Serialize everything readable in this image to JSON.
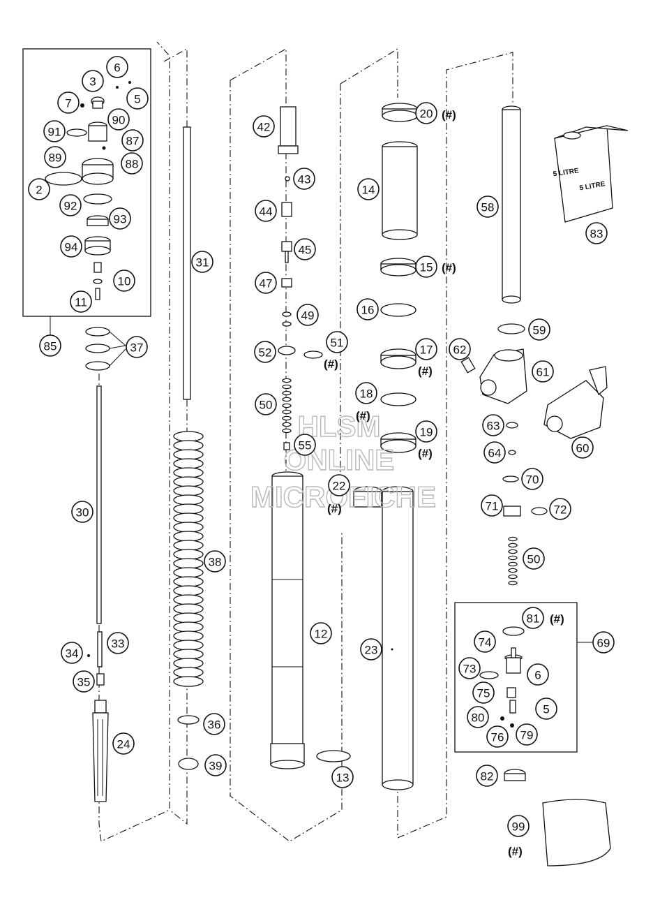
{
  "diagram": {
    "callouts": [
      {
        "id": "c85",
        "label": "85"
      },
      {
        "id": "c3",
        "label": "3"
      },
      {
        "id": "c6a",
        "label": "6"
      },
      {
        "id": "c7",
        "label": "7"
      },
      {
        "id": "c5a",
        "label": "5"
      },
      {
        "id": "c90",
        "label": "90"
      },
      {
        "id": "c91",
        "label": "91"
      },
      {
        "id": "c87",
        "label": "87"
      },
      {
        "id": "c89",
        "label": "89"
      },
      {
        "id": "c88",
        "label": "88"
      },
      {
        "id": "c2",
        "label": "2"
      },
      {
        "id": "c92",
        "label": "92"
      },
      {
        "id": "c93",
        "label": "93"
      },
      {
        "id": "c94",
        "label": "94"
      },
      {
        "id": "c10",
        "label": "10"
      },
      {
        "id": "c11",
        "label": "11"
      },
      {
        "id": "c37",
        "label": "37"
      },
      {
        "id": "c30",
        "label": "30"
      },
      {
        "id": "c33",
        "label": "33"
      },
      {
        "id": "c34",
        "label": "34"
      },
      {
        "id": "c35",
        "label": "35"
      },
      {
        "id": "c24",
        "label": "24"
      },
      {
        "id": "c31",
        "label": "31"
      },
      {
        "id": "c38",
        "label": "38"
      },
      {
        "id": "c36",
        "label": "36"
      },
      {
        "id": "c39",
        "label": "39"
      },
      {
        "id": "c42",
        "label": "42"
      },
      {
        "id": "c43",
        "label": "43"
      },
      {
        "id": "c44",
        "label": "44"
      },
      {
        "id": "c45",
        "label": "45"
      },
      {
        "id": "c47",
        "label": "47"
      },
      {
        "id": "c49",
        "label": "49"
      },
      {
        "id": "c51",
        "label": "51"
      },
      {
        "id": "c52",
        "label": "52"
      },
      {
        "id": "c50a",
        "label": "50"
      },
      {
        "id": "c55",
        "label": "55"
      },
      {
        "id": "c12",
        "label": "12"
      },
      {
        "id": "c13",
        "label": "13"
      },
      {
        "id": "c20",
        "label": "20"
      },
      {
        "id": "c14",
        "label": "14"
      },
      {
        "id": "c15",
        "label": "15"
      },
      {
        "id": "c16",
        "label": "16"
      },
      {
        "id": "c17",
        "label": "17"
      },
      {
        "id": "c18",
        "label": "18"
      },
      {
        "id": "c19",
        "label": "19"
      },
      {
        "id": "c22",
        "label": "22"
      },
      {
        "id": "c23",
        "label": "23"
      },
      {
        "id": "c58",
        "label": "58"
      },
      {
        "id": "c83",
        "label": "83"
      },
      {
        "id": "c59",
        "label": "59"
      },
      {
        "id": "c62",
        "label": "62"
      },
      {
        "id": "c61",
        "label": "61"
      },
      {
        "id": "c63",
        "label": "63"
      },
      {
        "id": "c60",
        "label": "60"
      },
      {
        "id": "c64",
        "label": "64"
      },
      {
        "id": "c70",
        "label": "70"
      },
      {
        "id": "c71",
        "label": "71"
      },
      {
        "id": "c72",
        "label": "72"
      },
      {
        "id": "c50b",
        "label": "50"
      },
      {
        "id": "c81",
        "label": "81"
      },
      {
        "id": "c69",
        "label": "69"
      },
      {
        "id": "c74",
        "label": "74"
      },
      {
        "id": "c73",
        "label": "73"
      },
      {
        "id": "c6b",
        "label": "6"
      },
      {
        "id": "c75",
        "label": "75"
      },
      {
        "id": "c5b",
        "label": "5"
      },
      {
        "id": "c80",
        "label": "80"
      },
      {
        "id": "c76",
        "label": "76"
      },
      {
        "id": "c79",
        "label": "79"
      },
      {
        "id": "c82",
        "label": "82"
      },
      {
        "id": "c99",
        "label": "99"
      }
    ],
    "hash_marker": "(#)",
    "oil_can_label_1": "5 LITRE",
    "oil_can_label_2": "5 LITRE",
    "watermark_lines": [
      "HLSM",
      "ONLINE",
      "MICROFICHE"
    ]
  }
}
